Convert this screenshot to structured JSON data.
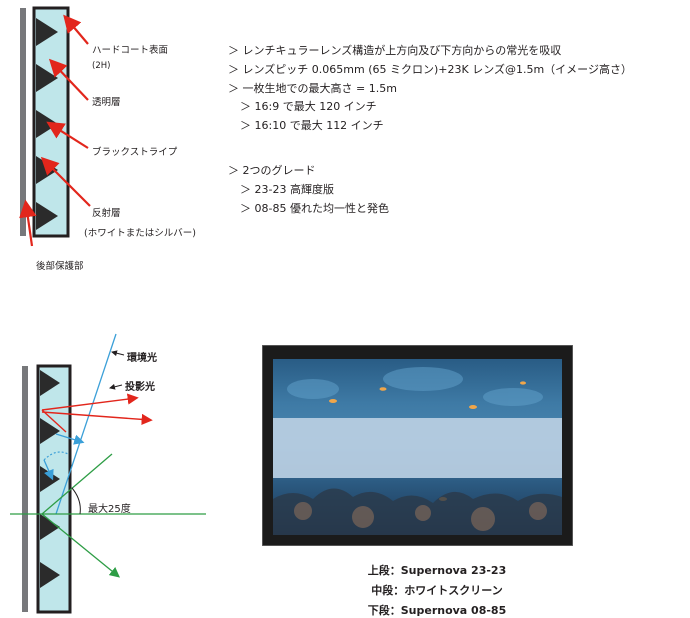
{
  "top_diagram": {
    "labels": {
      "hardcoat": "ハードコート表面",
      "hardcoat_sub": "(2H)",
      "transparent": "透明層",
      "black_stripe": "ブラックストライプ",
      "reflective": "反射層",
      "reflective_sub": "(ホワイトまたはシルバー)",
      "rear": "後部保護部"
    }
  },
  "features": [
    "＞ レンチキュラーレンズ構造が上方向及び下方向からの常光を吸収",
    "＞  レンズピッチ 0.065mm (65 ミクロン)+23K レンズ@1.5m（イメージ高さ）",
    "＞ 一枚生地での最大高さ = 1.5m",
    "＞ 16:9 で最大 120 インチ",
    "＞ 16:10 で最大 112 インチ"
  ],
  "grades": {
    "title": "＞  2つのグレード",
    "items": [
      "＞ 23-23 高輝度版",
      "＞ 08-85 優れた均一性と発色"
    ]
  },
  "bottom_diagram": {
    "ambient_label": "環境光",
    "projected_label": "投影光",
    "angle_label": "最大25度",
    "colors": {
      "ambient": "#3a9fd8",
      "projected": "#e2261c",
      "reflected": "#2d9d45"
    }
  },
  "comparison": {
    "captions": [
      "上段：Supernova 23-23",
      "中段：ホワイトスクリーン",
      "下段：Supernova 08-85"
    ]
  }
}
